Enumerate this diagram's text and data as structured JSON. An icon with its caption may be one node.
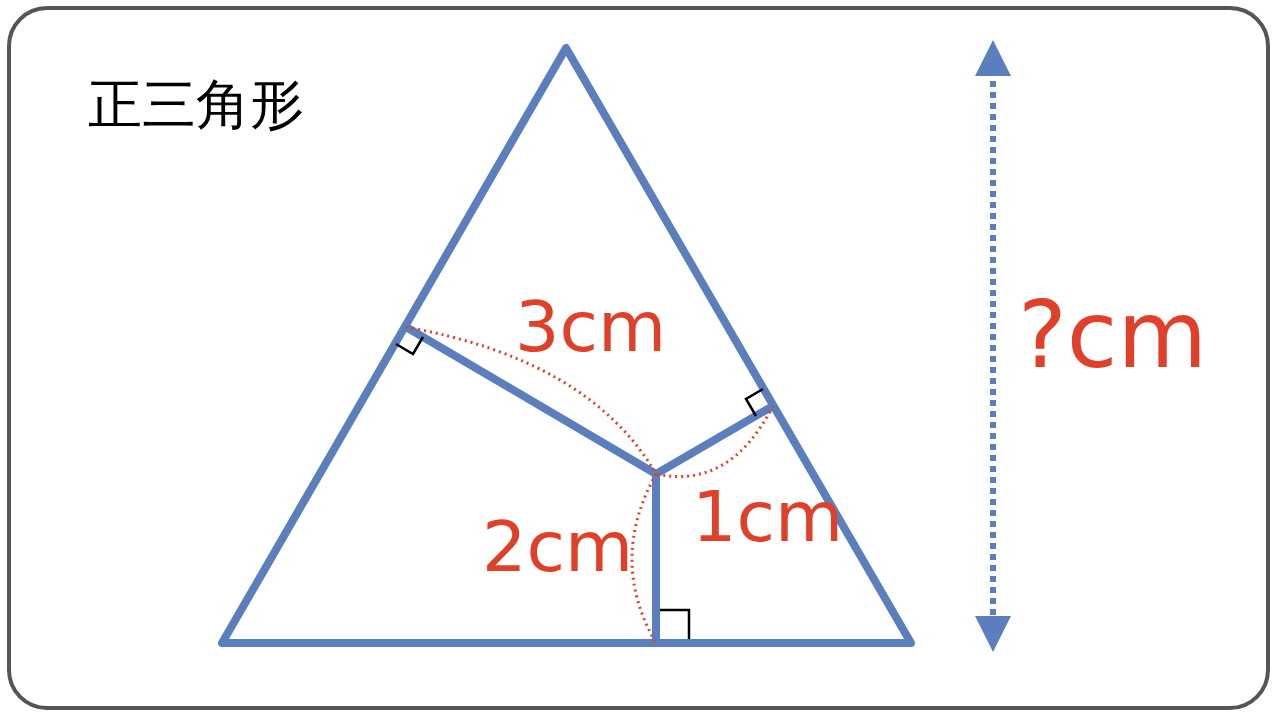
{
  "diagram": {
    "title": "正三角形",
    "labels": [
      "3cm",
      "1cm",
      "2cm",
      "?cm"
    ]
  }
}
